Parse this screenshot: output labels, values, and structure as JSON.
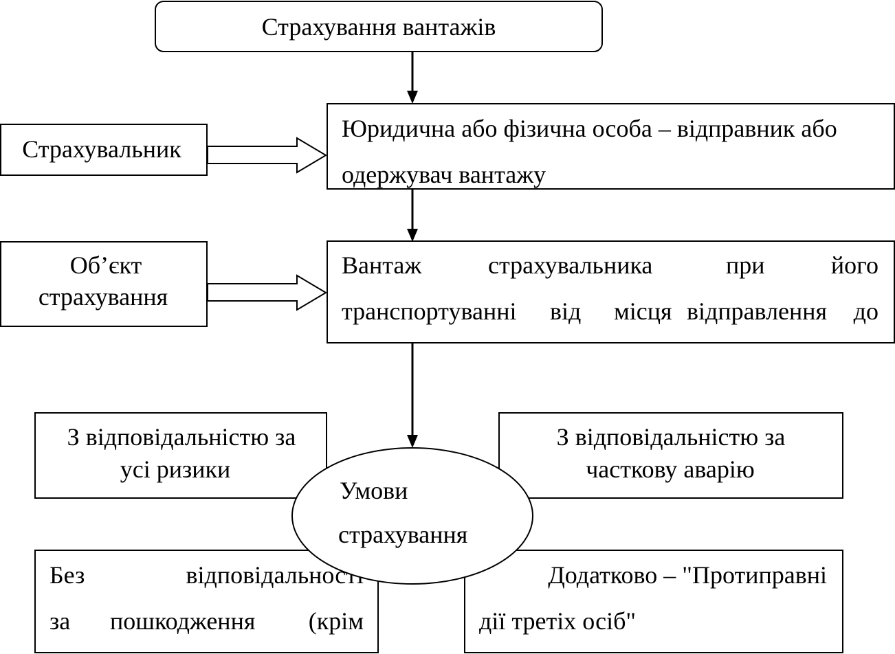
{
  "diagram": {
    "colors": {
      "stroke": "#000000",
      "background": "#ffffff"
    },
    "top": {
      "label": "Страхування вантажів"
    },
    "insurer": {
      "label": "Страхувальник",
      "description_lines": [
        "Юридична або фізична особа – відправник або",
        "одержувач вантажу"
      ]
    },
    "object": {
      "label_lines": [
        "Об’єкт",
        "страхування"
      ],
      "description_words_line1": [
        "Вантаж",
        "страхувальника",
        "при",
        "його"
      ],
      "description_words_line2": [
        "транспортуванні",
        "від",
        "місця",
        "відправлення",
        "до"
      ]
    },
    "conditions": {
      "label_lines": [
        "Умови",
        "страхування"
      ],
      "options": {
        "all_risks": {
          "lines": [
            "З відповідальністю за",
            "усі ризики"
          ]
        },
        "partial_average": {
          "lines": [
            "З відповідальністю за",
            "часткову аварію"
          ]
        },
        "no_damage": {
          "line1_words": [
            "Без",
            "відповідальності"
          ],
          "line2_words": [
            "за",
            "пошкодження",
            "(крім"
          ]
        },
        "third_party": {
          "lines": [
            "Додатково – \"Протиправні",
            "дії третіх осіб\""
          ]
        }
      }
    }
  }
}
